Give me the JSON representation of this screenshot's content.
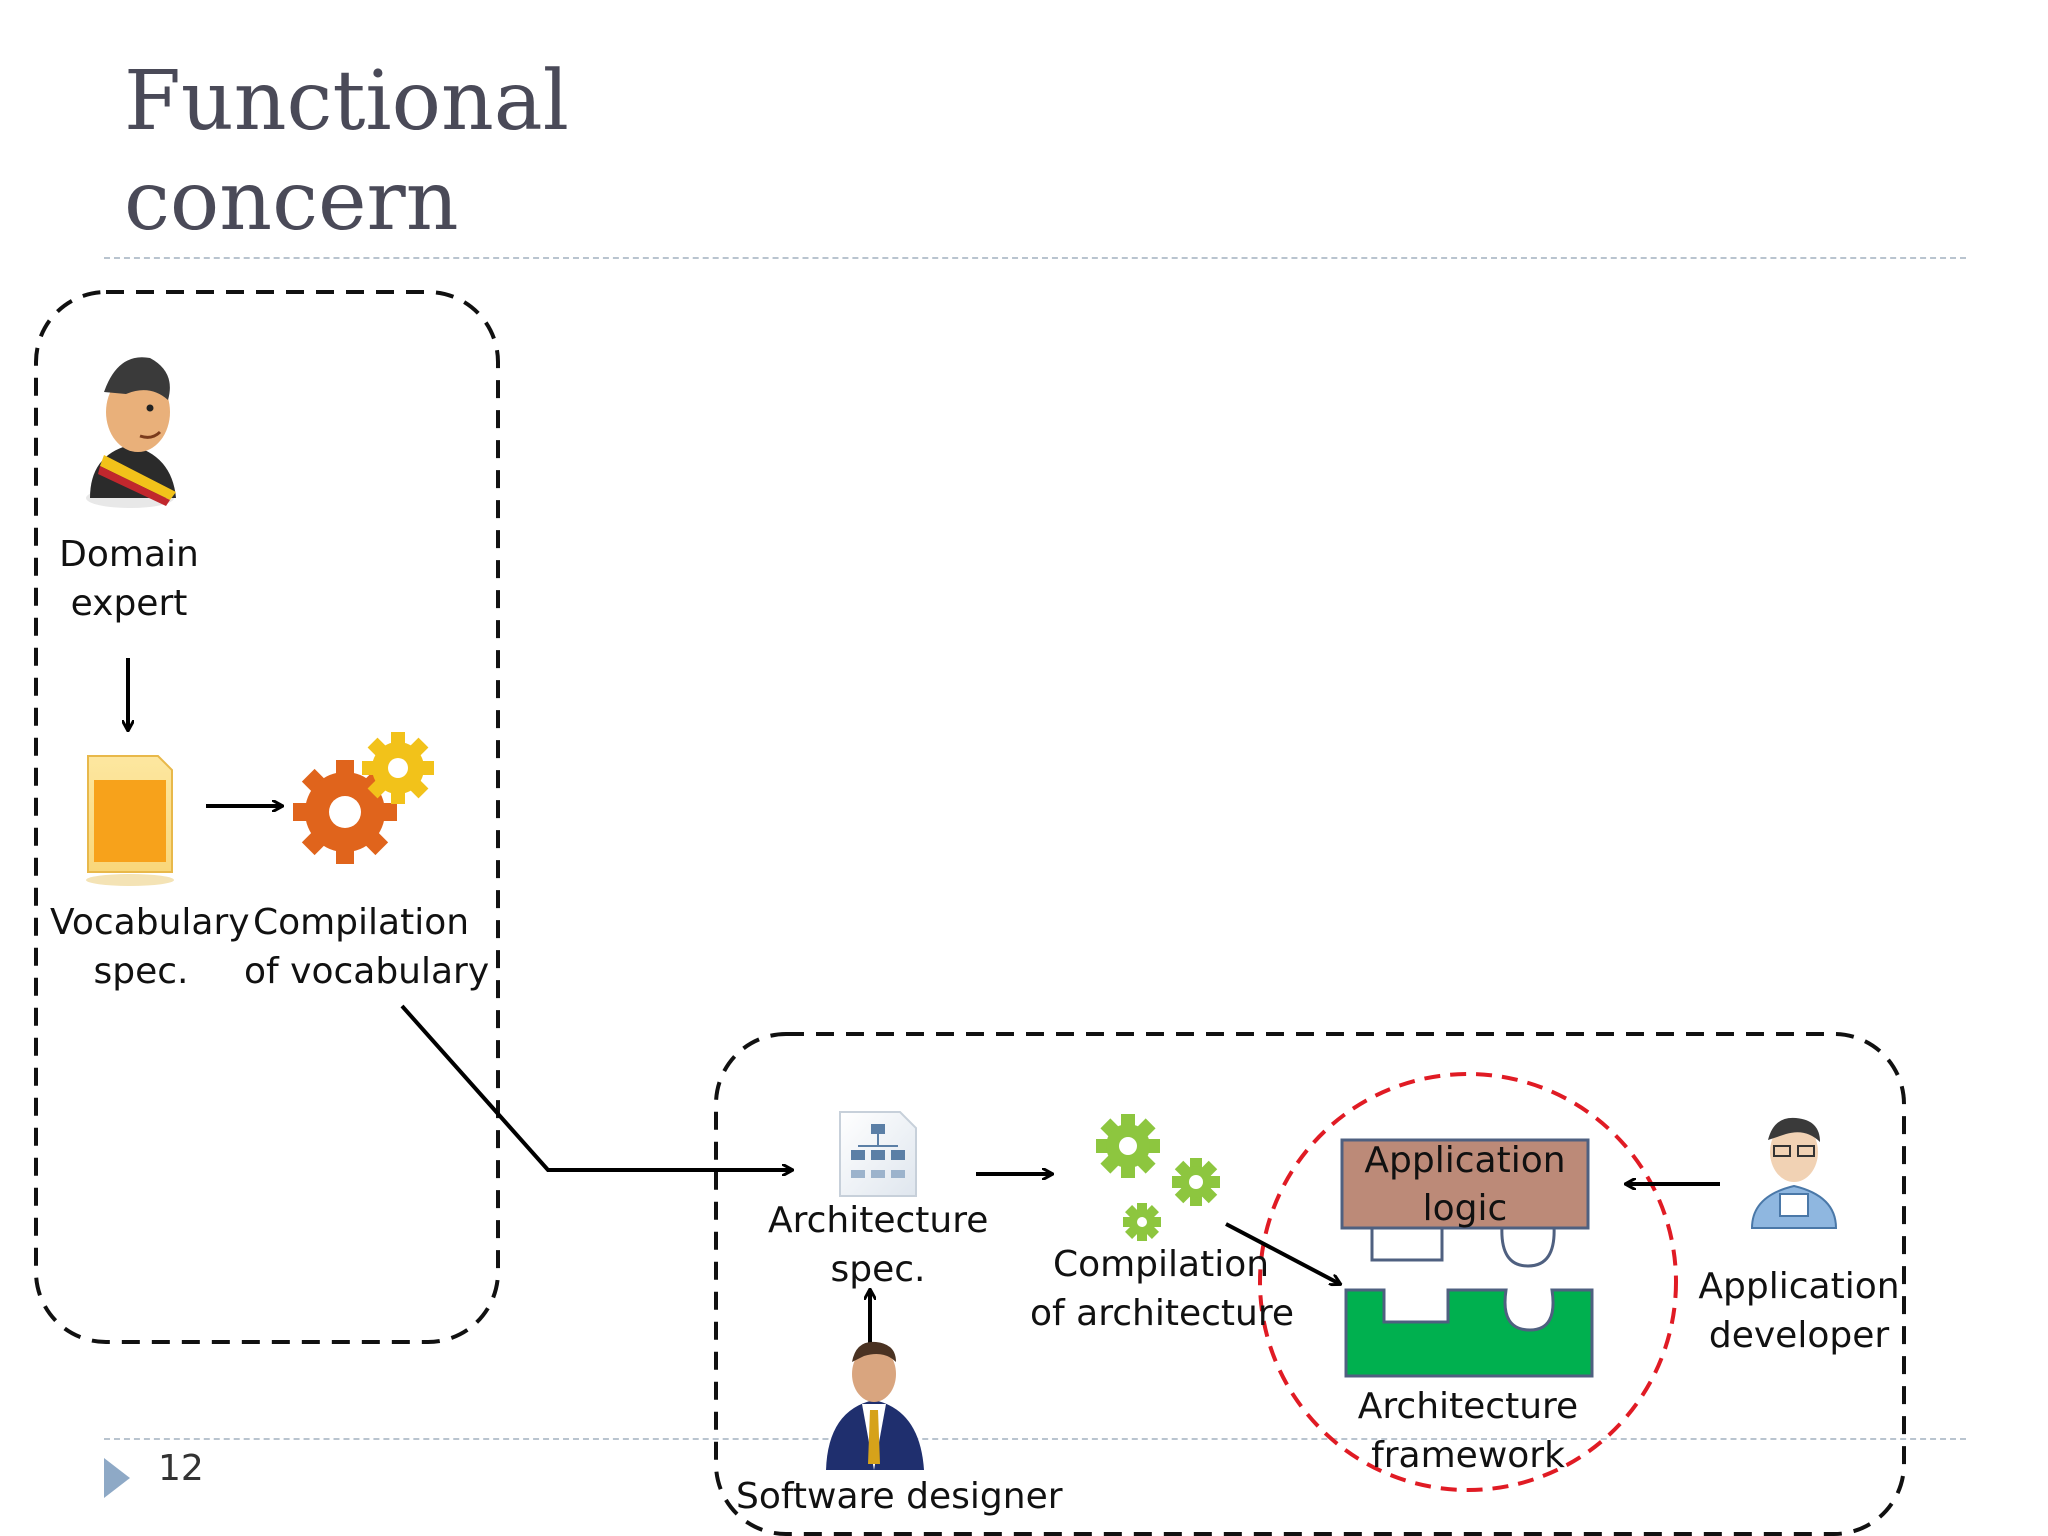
{
  "slide": {
    "title_lines": [
      "Functional",
      "concern"
    ],
    "page_number": "12"
  },
  "diagram": {
    "domain_expert": [
      "Domain",
      "expert"
    ],
    "vocabulary_spec": [
      "Vocabulary",
      "spec."
    ],
    "compilation_vocabulary": [
      "Compilation",
      "of  vocabulary"
    ],
    "architecture_spec": [
      "Architecture",
      "spec."
    ],
    "compilation_architecture": [
      "Compilation",
      "of architecture"
    ],
    "application_logic": [
      "Application",
      "logic"
    ],
    "architecture_framework": [
      "Architecture",
      "framework"
    ],
    "application_developer": [
      "Application",
      "developer"
    ],
    "software_designer": "Software  designer"
  },
  "colors": {
    "application_logic_fill": "#bc8a78",
    "architecture_framework_fill": "#00b04f",
    "highlight_circle": "#e01b24",
    "gear_green": "#8dc63f",
    "gear_orange": "#e0641c",
    "gear_yellow": "#f2c21a",
    "document_orange": "#f7a21b",
    "rule_color": "#b9c4cf"
  }
}
